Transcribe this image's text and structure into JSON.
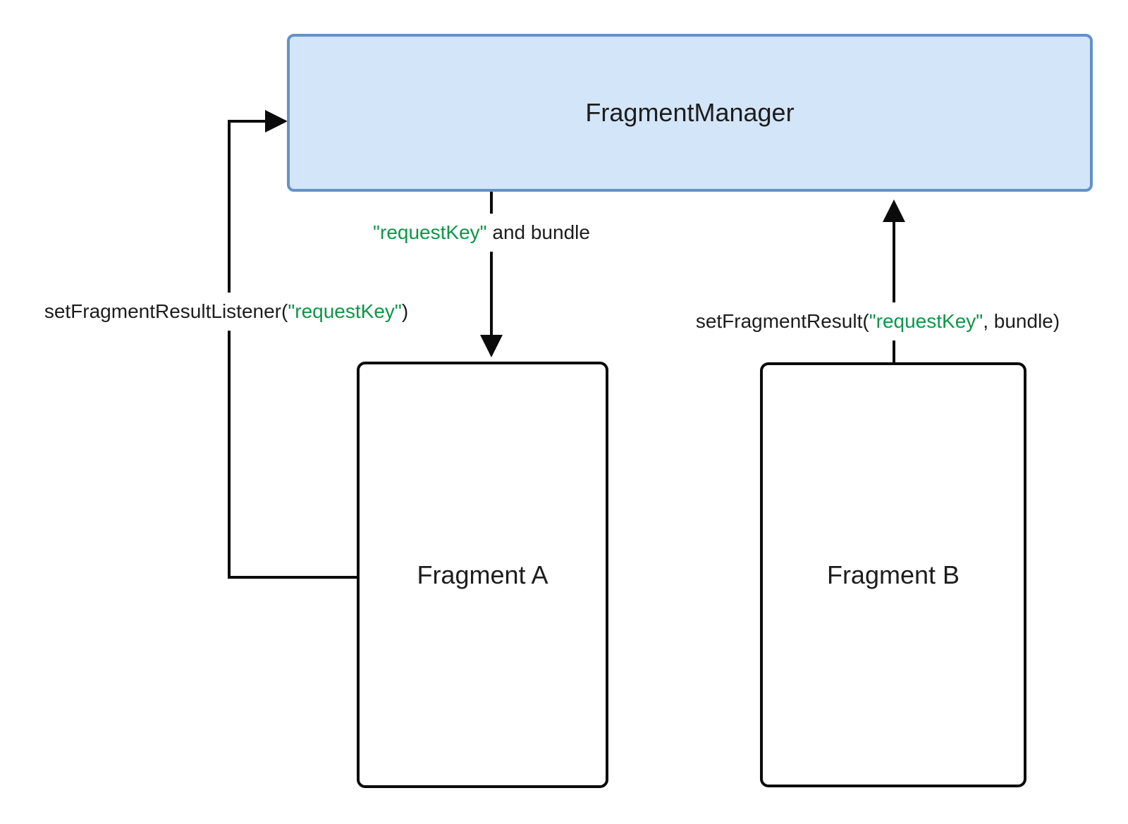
{
  "diagram": {
    "nodes": {
      "fragment_manager": {
        "label": "FragmentManager"
      },
      "fragment_a": {
        "label": "Fragment A"
      },
      "fragment_b": {
        "label": "Fragment B"
      }
    },
    "edges": {
      "request_key_and_bundle": {
        "key": "\"requestKey\"",
        "rest": " and bundle"
      },
      "set_fragment_result_listener": {
        "pre": "setFragmentResultListener(",
        "key": "\"requestKey\"",
        "post": ")"
      },
      "set_fragment_result": {
        "pre": "setFragmentResult(",
        "key": "\"requestKey\"",
        "post": ", bundle)"
      }
    },
    "colors": {
      "manager_fill": "#d3e5f9",
      "manager_border": "#6492c4",
      "arrow": "#0b0b0b",
      "key_green": "#0e9648",
      "text": "#1d1d1d"
    }
  }
}
